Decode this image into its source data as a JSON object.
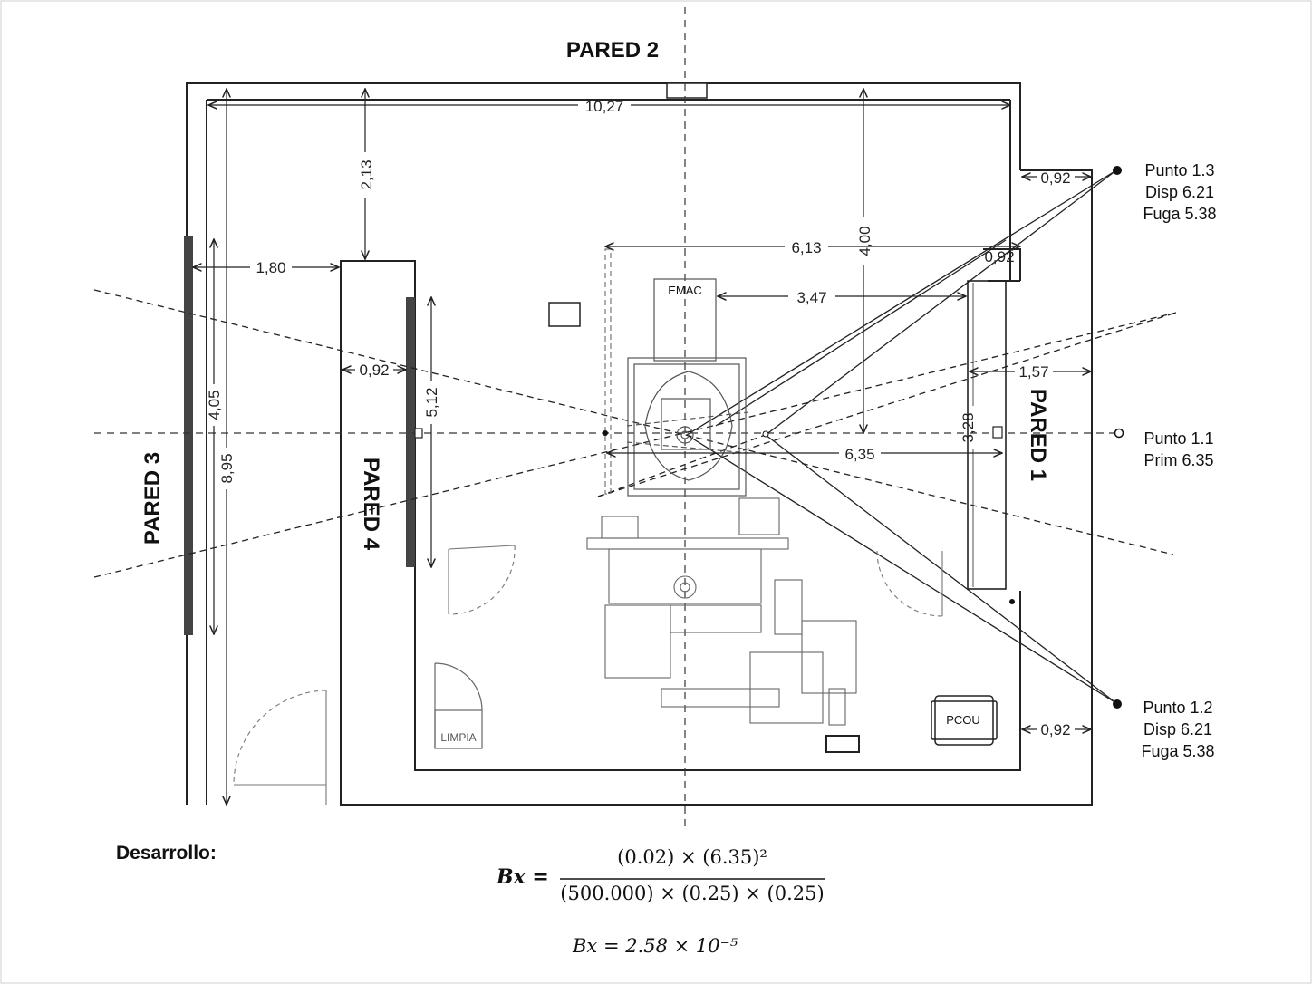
{
  "walls": {
    "pared1": "PARED 1",
    "pared2": "PARED 2",
    "pared3": "PARED 3",
    "pared4": "PARED 4"
  },
  "dimensions": {
    "width_top": "10,27",
    "top_gap": "2,13",
    "left_gap": "1,80",
    "mid_length": "6,13",
    "emac_to_wall": "3,47",
    "vertical_400": "4,00",
    "right_092_a": "0,92",
    "right_092_b": "0,92",
    "left_092": "0,92",
    "right_157": "1,57",
    "wall4_len": "5,12",
    "wall3_len": "4,05",
    "total_height": "8,95",
    "dist_635": "6,35",
    "right_328": "3,28",
    "right_092_c": "0,92"
  },
  "labels": {
    "emac": "EMAC",
    "pcou": "PCOU",
    "limpia": "LIMPIA"
  },
  "points": {
    "p13": {
      "line1": "Punto 1.3",
      "line2": "Disp 6.21",
      "line3": "Fuga 5.38"
    },
    "p11": {
      "line1": "Punto 1.1",
      "line2": "Prim 6.35"
    },
    "p12": {
      "line1": "Punto 1.2",
      "line2": "Disp 6.21",
      "line3": "Fuga 5.38"
    }
  },
  "development": {
    "heading": "Desarrollo:",
    "lhs": "Bx =",
    "numerator": "(0.02) × (6.35)²",
    "denominator": "(500.000) × (0.25) × (0.25)",
    "result": "Bx = 2.58 × 10⁻⁵"
  }
}
